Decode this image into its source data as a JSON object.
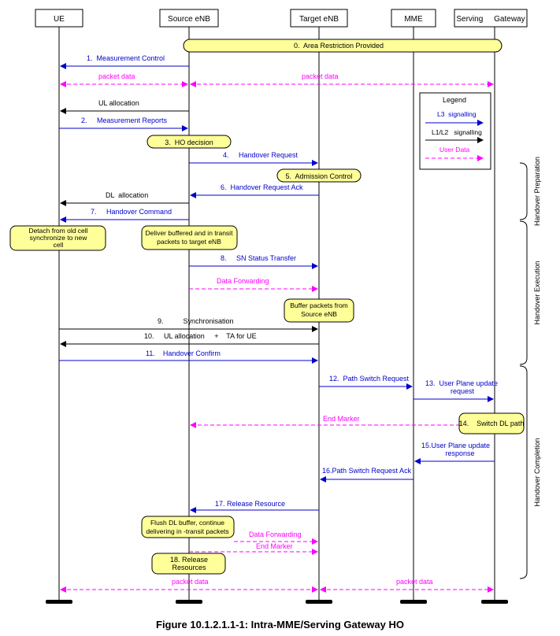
{
  "entities": [
    "UE",
    "Source eNB",
    "Target eNB",
    "MME",
    "Serving     Gateway"
  ],
  "colors": {
    "signal": "#0000cc",
    "data": "#ff00ff",
    "black": "#000000",
    "note_fill": "#ffff99"
  },
  "messages": {
    "m0": "0.  Area Restriction Provided",
    "m1": "1.  Measurement Control",
    "pd1": "packet data",
    "pd2": "packet data",
    "ul_alloc": "UL allocation",
    "m2": "2.     Measurement Reports",
    "m3": "3.  HO decision",
    "m4": "4.     Handover Request",
    "m5": "5.  Admission Control",
    "m6": "6.  Handover Request Ack",
    "dl_alloc": "DL  allocation",
    "m7": "7.     Handover Command",
    "detach_1": "Detach from old cell",
    "detach_2": "synchronize to new",
    "detach_3": "cell",
    "deliver_1": "Deliver buffered and in transit",
    "deliver_2": "packets to target eNB",
    "m8": "8.     SN Status Transfer",
    "df1": "Data Forwarding",
    "buffer_1": "Buffer packets from",
    "buffer_2": "Source eNB",
    "m9": "9.          Synchronisation",
    "m10": "10.     UL allocation     +    TA for UE",
    "m11": "11.    Handover Confirm",
    "m12": "12.  Path Switch Request",
    "m13_1": "13.  User Plane update",
    "m13_2": "request",
    "em1": "End Marker",
    "m14": "14.    Switch DL path",
    "m15_1": "15.User Plane update",
    "m15_2": "response",
    "m16": "16.Path Switch Request Ack",
    "m17": "17. Release Resource",
    "flush_1": "Flush DL buffer, continue",
    "flush_2": "delivering in -transit packets",
    "df2": "Data Forwarding",
    "em2": "End Marker",
    "m18_1": "18. Release",
    "m18_2": "Resources",
    "pd3": "packet data",
    "pd4": "packet data"
  },
  "legend": {
    "title": "Legend",
    "l3": "L3  signalling",
    "l1l2": "L1/L2   signalling",
    "user_data": "User Data"
  },
  "phases": {
    "preparation": "Handover Preparation",
    "execution": "Handover Execution",
    "completion": "Handover Completion"
  },
  "caption": "Figure 10.1.2.1.1-1: Intra-MME/Serving Gateway HO"
}
